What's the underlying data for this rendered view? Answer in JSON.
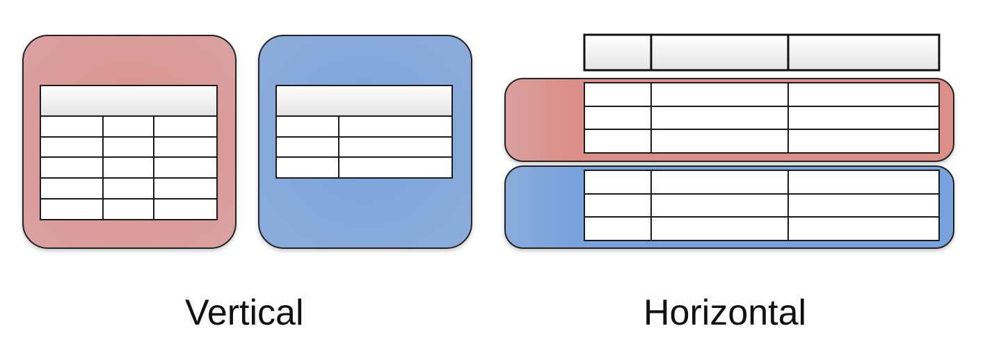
{
  "captions": {
    "vertical": "Vertical",
    "horizontal": "Horizontal"
  },
  "colors": {
    "red_fill": "#dc9490",
    "red_edge": "#d99a98",
    "blue_fill": "#82a6d8",
    "blue_edge": "#8aaedc",
    "outline": "#1a1a1a",
    "header_top": "#ffffff",
    "header_bottom": "#e6e6e6"
  },
  "partitions": {
    "vertical": [
      {
        "name": "red-partition",
        "color": "red",
        "data_rows": 5,
        "columns": 3
      },
      {
        "name": "blue-partition",
        "color": "blue",
        "data_rows": 3,
        "columns": 2
      }
    ],
    "horizontal": {
      "header_columns": 3,
      "shards": [
        {
          "name": "red-shard",
          "color": "red",
          "data_rows": 3,
          "columns": 3
        },
        {
          "name": "blue-shard",
          "color": "blue",
          "data_rows": 3,
          "columns": 3
        }
      ]
    }
  }
}
